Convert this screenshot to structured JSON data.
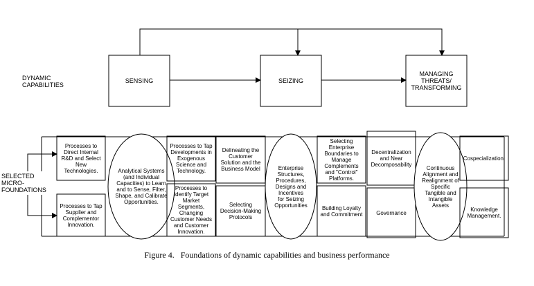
{
  "rows": {
    "dynamic_label": "DYNAMIC\nCAPABILITIES",
    "micro_label": "SELECTED\nMICRO-\nFOUNDATIONS"
  },
  "top_boxes": {
    "sensing": "SENSING",
    "seizing": "SEIZING",
    "managing": "MANAGING\nTHREATS/\nTRANSFORMING"
  },
  "sensing_group": {
    "box_top": "Processes to\nDirect Internal\nR&D and Select\nNew\nTechnologies.",
    "box_bottom": "Processes to Tap\nSupplier and\nComplementor\nInnovation.",
    "ellipse": "Analytical Systems\n(and Individual\nCapacities) to Learn\nand to Sense, Filter,\nShape, and Calibrate\nOpportunities.",
    "box_right_top": "Processes to Tap\nDevelopments in\nExogenous\nScience and\nTechnology.",
    "box_right_bottom": "Processes to\nIdentify Target\nMarket\nSegments,\nChanging\nCustomer Needs\nand Customer\nInnovation."
  },
  "seizing_group": {
    "box_left_top": "Delineating the\nCustomer\nSolution and the\nBusiness Model",
    "box_left_bottom": "Selecting\nDecision-Making\nProtocols",
    "ellipse": "Enterprise\nStructures,\nProcedures,\nDesigns and\nIncentives\nfor Seizing\nOpportunities",
    "box_right_top": "Selecting\nEnterprise\nBoundaries to\nManage\nComplements\nand \"Control\"\nPlatforms.",
    "box_right_bottom": "Building Loyalty\nand Commitment"
  },
  "managing_group": {
    "box_left_top": "Decentralization\nand Near\nDecomposability",
    "box_left_bottom": "Governance",
    "ellipse": "Continuous\nAlignment and\nRealignment of\nSpecific\nTangible and\nIntangible\nAssets",
    "box_right_top": "Cospecialization.",
    "box_right_bottom": "Knowledge\nManagement."
  },
  "caption": "Figure 4.   Foundations of dynamic capabilities and business performance"
}
